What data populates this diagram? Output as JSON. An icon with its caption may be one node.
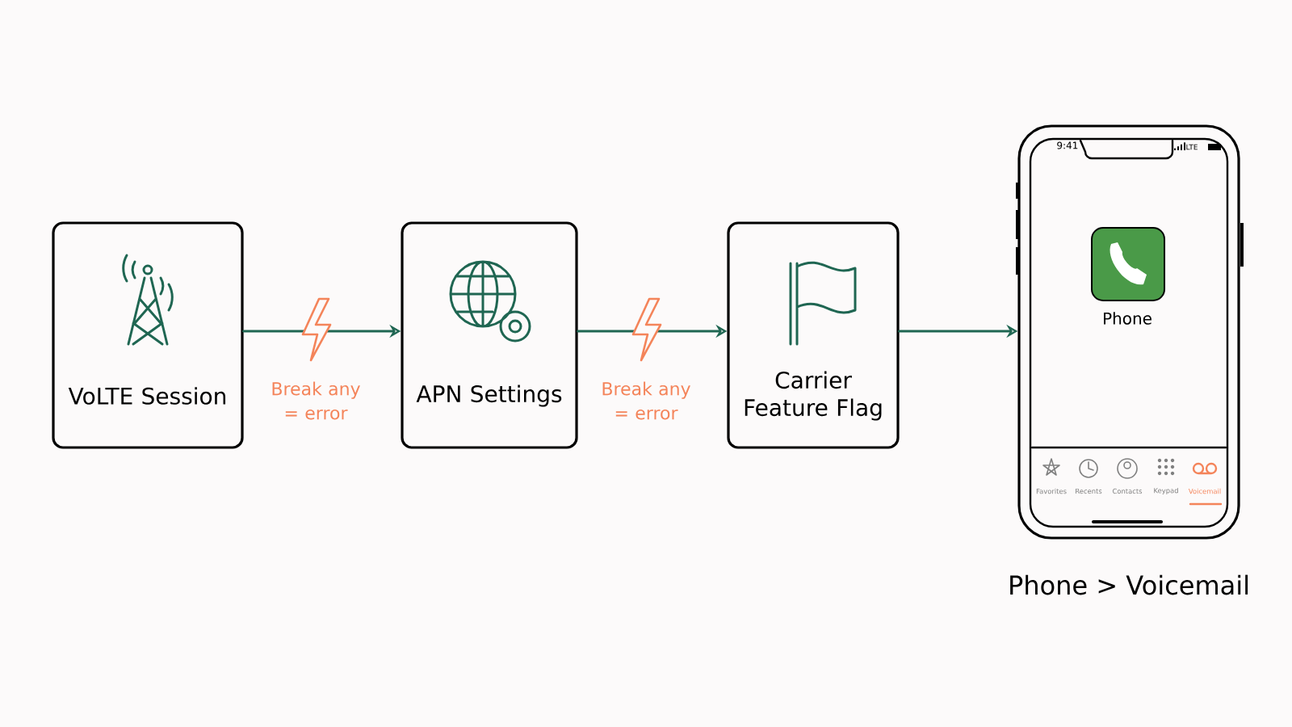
{
  "diagram": {
    "nodes": [
      {
        "text": [
          "VoLTE Session"
        ]
      },
      {
        "text": [
          "APN Settings"
        ]
      },
      {
        "text": [
          "Carrier Feature Flag"
        ]
      },
      {
        "text": [
          "9:41",
          "LTE",
          "Phone",
          "Favorites",
          "Recents",
          "Contacts",
          "Keypad",
          "Voicemail"
        ],
        "beside": [
          "Phone > Voicemail"
        ]
      }
    ],
    "edges": [
      {
        "from": 0,
        "to": 1,
        "arrow": "to",
        "label": "Break any = error"
      },
      {
        "from": 1,
        "to": 2,
        "arrow": "to",
        "label": "Break any = error"
      },
      {
        "from": 2,
        "to": 3,
        "arrow": "to"
      }
    ]
  }
}
